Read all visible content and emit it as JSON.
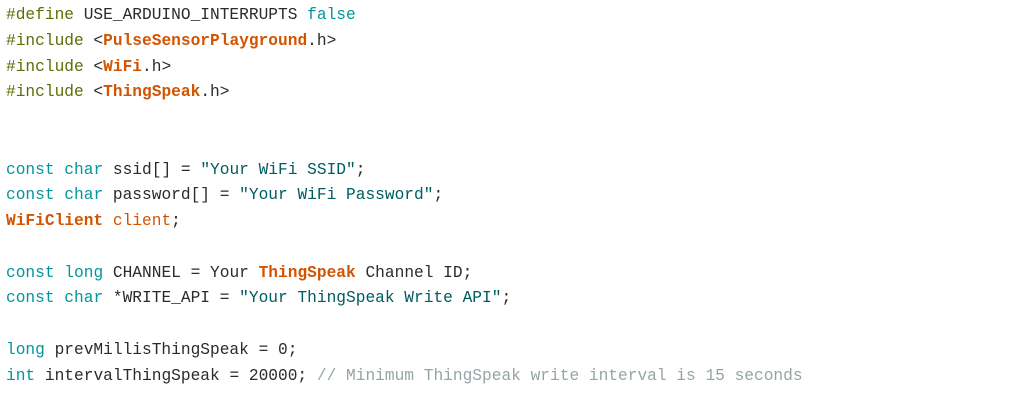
{
  "colors": {
    "preprocessor": "#5e6d03",
    "keyword": "#00979c",
    "library_type": "#d35400",
    "string": "#005c5f",
    "comment": "#95a5a6",
    "text": "#2b2b2b",
    "background": "#ffffff"
  },
  "code": {
    "lines": [
      [
        {
          "t": "pp",
          "v": "#define"
        },
        {
          "t": "tx",
          "v": " USE_ARDUINO_INTERRUPTS "
        },
        {
          "t": "kw",
          "v": "false"
        }
      ],
      [
        {
          "t": "pp",
          "v": "#include"
        },
        {
          "t": "tx",
          "v": " <"
        },
        {
          "t": "ty",
          "v": "PulseSensorPlayground"
        },
        {
          "t": "tx",
          "v": ".h>"
        }
      ],
      [
        {
          "t": "pp",
          "v": "#include"
        },
        {
          "t": "tx",
          "v": " <"
        },
        {
          "t": "ty",
          "v": "WiFi"
        },
        {
          "t": "tx",
          "v": ".h>"
        }
      ],
      [
        {
          "t": "pp",
          "v": "#include"
        },
        {
          "t": "tx",
          "v": " <"
        },
        {
          "t": "ty",
          "v": "ThingSpeak"
        },
        {
          "t": "tx",
          "v": ".h>"
        }
      ],
      [],
      [],
      [
        {
          "t": "kw",
          "v": "const"
        },
        {
          "t": "tx",
          "v": " "
        },
        {
          "t": "kw",
          "v": "char"
        },
        {
          "t": "tx",
          "v": " ssid[] = "
        },
        {
          "t": "st",
          "v": "\"Your WiFi SSID\""
        },
        {
          "t": "tx",
          "v": ";"
        }
      ],
      [
        {
          "t": "kw",
          "v": "const"
        },
        {
          "t": "tx",
          "v": " "
        },
        {
          "t": "kw",
          "v": "char"
        },
        {
          "t": "tx",
          "v": " password[] = "
        },
        {
          "t": "st",
          "v": "\"Your WiFi Password\""
        },
        {
          "t": "tx",
          "v": ";"
        }
      ],
      [
        {
          "t": "ty",
          "v": "WiFiClient"
        },
        {
          "t": "tx",
          "v": " "
        },
        {
          "t": "lt",
          "v": "client"
        },
        {
          "t": "tx",
          "v": ";"
        }
      ],
      [],
      [
        {
          "t": "kw",
          "v": "const"
        },
        {
          "t": "tx",
          "v": " "
        },
        {
          "t": "kw",
          "v": "long"
        },
        {
          "t": "tx",
          "v": " CHANNEL = Your "
        },
        {
          "t": "ty",
          "v": "ThingSpeak"
        },
        {
          "t": "tx",
          "v": " Channel ID;"
        }
      ],
      [
        {
          "t": "kw",
          "v": "const"
        },
        {
          "t": "tx",
          "v": " "
        },
        {
          "t": "kw",
          "v": "char"
        },
        {
          "t": "tx",
          "v": " *WRITE_API = "
        },
        {
          "t": "st",
          "v": "\"Your ThingSpeak Write API\""
        },
        {
          "t": "tx",
          "v": ";"
        }
      ],
      [],
      [
        {
          "t": "kw",
          "v": "long"
        },
        {
          "t": "tx",
          "v": " prevMillisThingSpeak = 0;"
        }
      ],
      [
        {
          "t": "kw",
          "v": "int"
        },
        {
          "t": "tx",
          "v": " intervalThingSpeak = 20000; "
        },
        {
          "t": "cm",
          "v": "// Minimum ThingSpeak write interval is 15 seconds"
        }
      ]
    ]
  }
}
